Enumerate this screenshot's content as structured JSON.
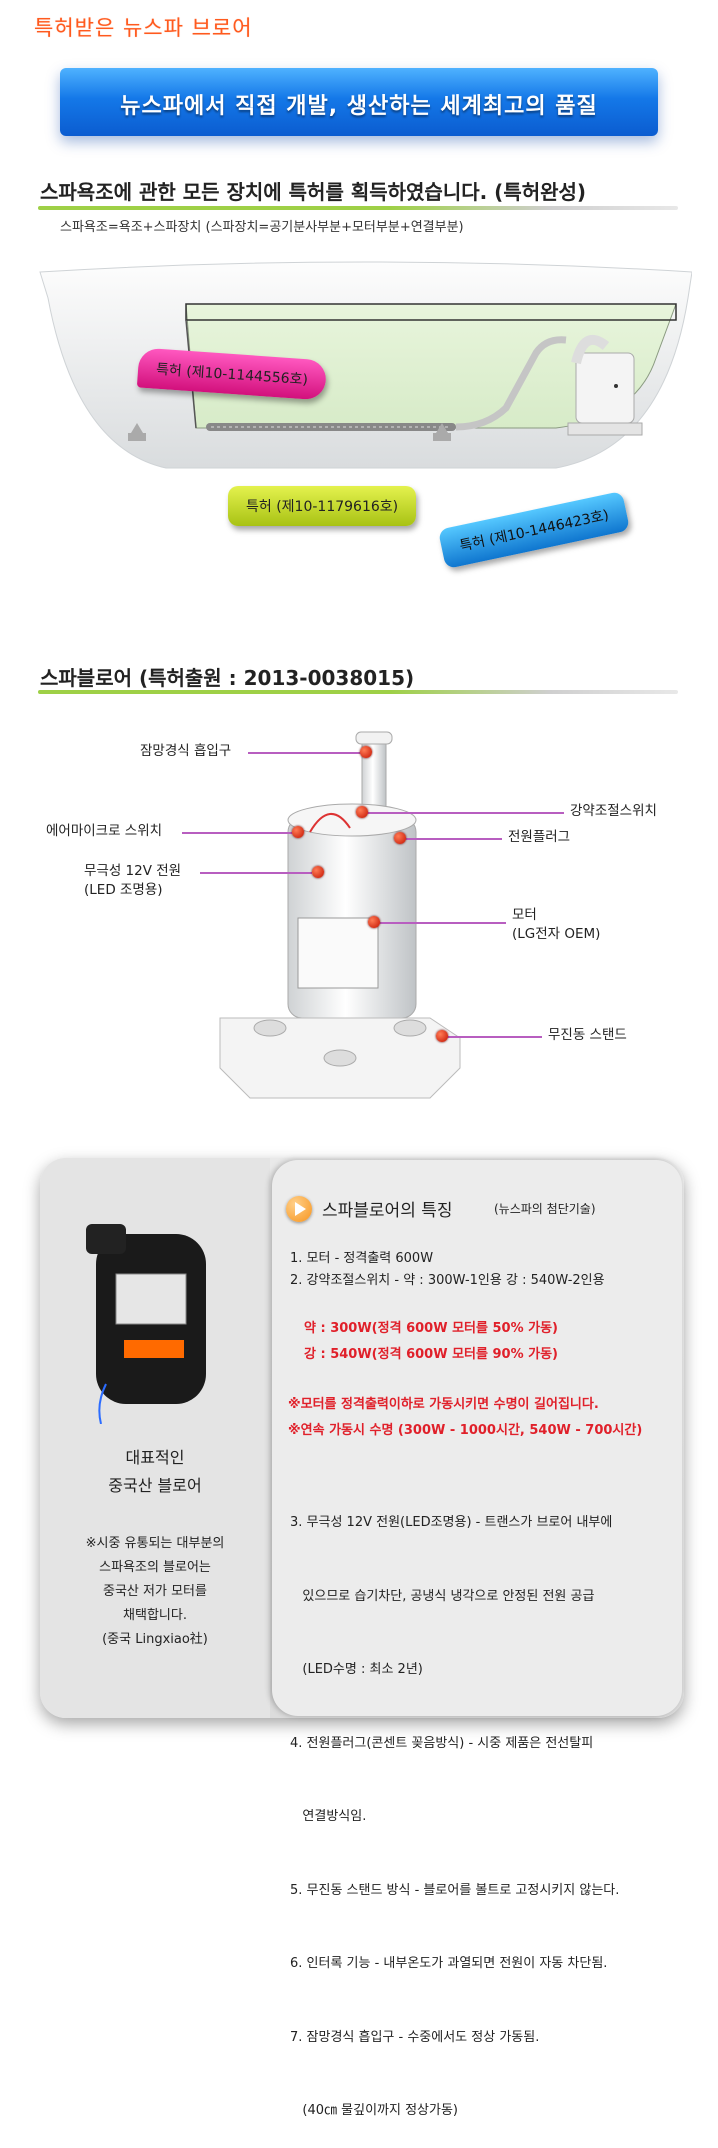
{
  "top_title": "특허받은 뉴스파 브로어",
  "banner": "뉴스파에서 직접 개발, 생산하는 세계최고의 품질",
  "section1": {
    "title": "스파욕조에 관한 모든 장치에 특허를 획득하였습니다. (특허완성)",
    "note": "스파욕조=욕조+스파장치 (스파장치=공기분사부분+모터부분+연결부분)",
    "bubble_pink": "특허 (제10-1144556호)",
    "bubble_green": "특허 (제10-1179616호)",
    "bubble_blue": "특허 (제10-1446423호)"
  },
  "section2": {
    "title": "스파블로어 (특허출원 : 2013-0038015)",
    "labels": {
      "intake": "잠망경식 흡입구",
      "strength_switch": "강약조절스위치",
      "air_micro_switch": "에어마이크로 스위치",
      "power_plug": "전원플러그",
      "power_12v_line1": "무극성 12V 전원",
      "power_12v_line2": "(LED 조명용)",
      "motor_line1": "모터",
      "motor_line2": "(LG전자 OEM)",
      "stand": "무진동 스탠드"
    }
  },
  "panel": {
    "left_title_1": "대표적인",
    "left_title_2": "중국산 블로어",
    "left_note": [
      "※시중 유통되는 대부분의",
      "스파욕조의 블로어는",
      "중국산 저가 모터를",
      "채택합니다.",
      "(중국 Lingxiao社)"
    ],
    "heading": "스파블로어의 특징",
    "heading_sub": "(뉴스파의 첨단기술)",
    "items_a": [
      "1. 모터 - 정격출력 600W",
      "2. 강약조절스위치 - 약 : 300W-1인용 강 : 540W-2인용"
    ],
    "red_a": [
      "약 : 300W(정격 600W 모터를 50% 가동)",
      "강 : 540W(정격 600W 모터를 90% 가동)"
    ],
    "red_b": [
      "※모터를 정격출력이하로 가동시키면 수명이 길어집니다.",
      "※연속 가동시 수명 (300W - 1000시간, 540W - 700시간)"
    ],
    "items_b": [
      "3. 무극성 12V 전원(LED조명용) - 트랜스가 브로어 내부에",
      "   있으므로 습기차단, 공냉식 냉각으로 안정된 전원 공급",
      "   (LED수명 : 최소 2년)",
      "4. 전원플러그(콘센트 꽂음방식) - 시중 제품은 전선탈피",
      "   연결방식임.",
      "5. 무진동 스탠드 방식 - 블로어를 볼트로 고정시키지 않는다.",
      "6. 인터록 기능 - 내부온도가 과열되면 전원이 자동 차단됨.",
      "7. 잠망경식 흡입구 - 수중에서도 정상 가동됨.",
      "   (40㎝ 물깊이까지 정상가동)"
    ],
    "colors": {
      "pink": "#e0218a",
      "green": "#b8d62a",
      "blue": "#1c8fe0",
      "red": "#e0202a",
      "orange": "#f7941d"
    }
  }
}
